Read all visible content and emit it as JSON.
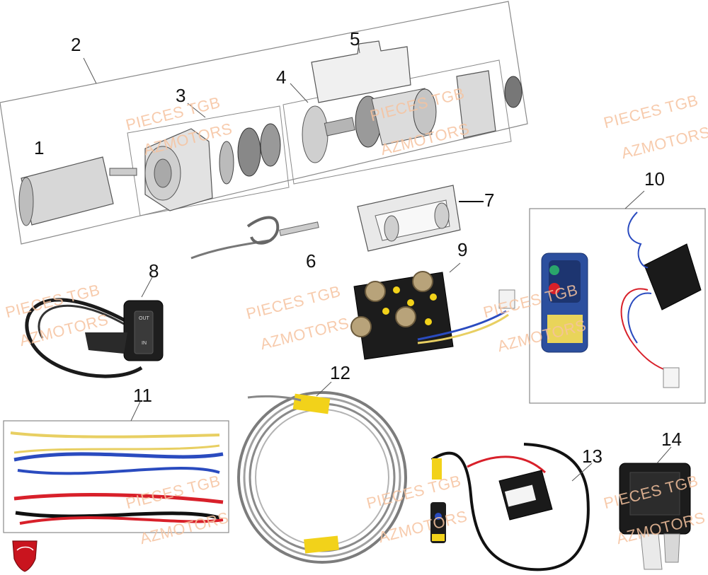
{
  "callouts": {
    "c1": "1",
    "c2": "2",
    "c3": "3",
    "c4": "4",
    "c5": "5",
    "c6": "6",
    "c7": "7",
    "c8": "8",
    "c9": "9",
    "c10": "10",
    "c11": "11",
    "c12": "12",
    "c13": "13",
    "c14": "14"
  },
  "watermarks": {
    "tgb": "PIECES TGB",
    "az": "AZMOTORS"
  },
  "switch_labels": {
    "top": "OUT",
    "bottom": "IN"
  },
  "colors": {
    "wire_blue": "#2a4bbf",
    "wire_red": "#d8202a",
    "wire_yellow": "#e8cf62",
    "remote_blue": "#2c4f9e",
    "relay_yellow": "#f2d21a",
    "watermark": "#f6c39f"
  },
  "icons": {
    "logo": "azmotors-shield-logo"
  }
}
